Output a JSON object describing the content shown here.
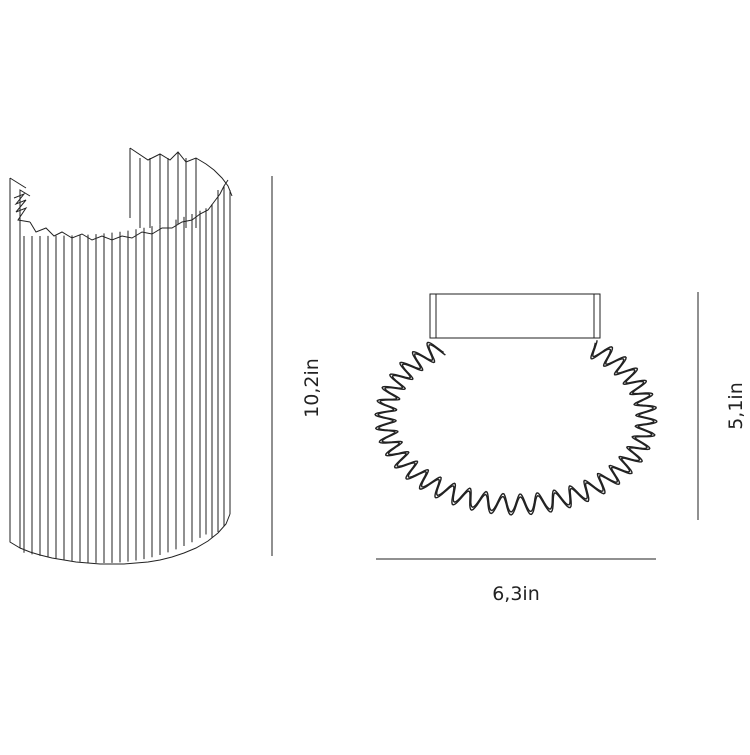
{
  "drawing": {
    "line_color": "#222222",
    "background": "#ffffff",
    "front_view": {
      "height_label": "10,2in"
    },
    "top_view": {
      "depth_label": "5,1in",
      "width_label": "6,3in"
    }
  }
}
